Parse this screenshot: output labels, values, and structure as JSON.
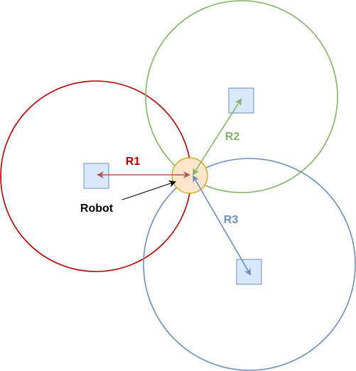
{
  "labels": {
    "r1": "R1",
    "r2": "R2",
    "r3": "R3",
    "robot": "Robot"
  },
  "colors": {
    "r1": "#b20000",
    "r2": "#82b366",
    "r3": "#6c8ebf",
    "anchor_fill": "#dae8fc",
    "anchor_stroke": "#6c8ebf",
    "robot_fill": "#ffe6cc",
    "robot_stroke": "#d79b00",
    "text": "#000000"
  }
}
